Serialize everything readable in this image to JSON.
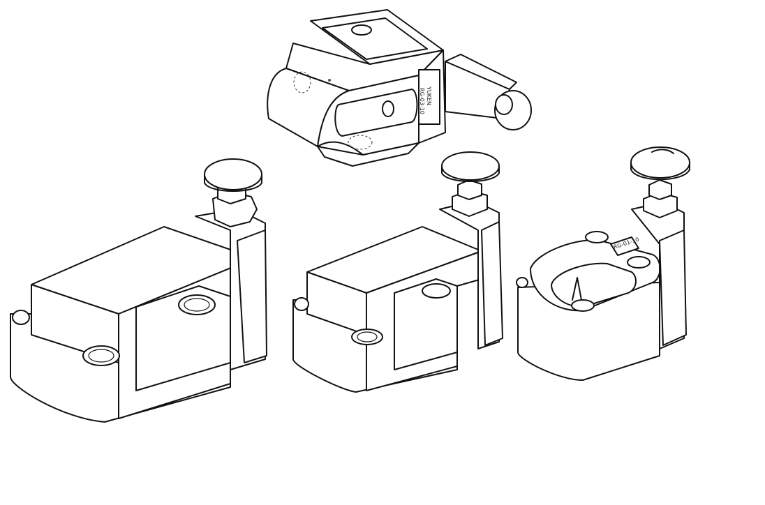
{
  "drawing": {
    "top_block": {
      "label_plate_text_1": "YUKEN",
      "label_plate_text_2": "RG-03-10"
    },
    "small_block": {
      "label_plate_text": "RG-01-10"
    }
  }
}
